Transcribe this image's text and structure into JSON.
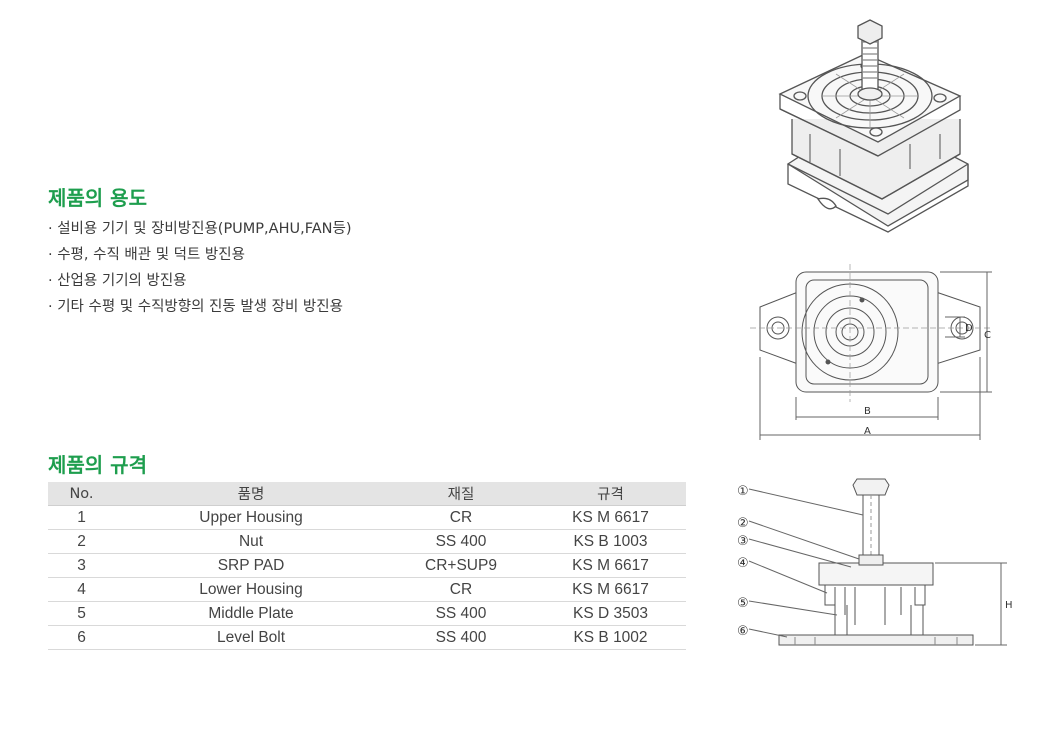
{
  "usage": {
    "heading": "제품의 용도",
    "items": [
      "설비용 기기 및 장비방진용(PUMP,AHU,FAN등)",
      "수평, 수직 배관 및 덕트 방진용",
      "산업용 기기의 방진용",
      "기타 수평 및 수직방향의 진동 발생 장비 방진용"
    ]
  },
  "spec": {
    "heading": "제품의 규격",
    "columns": [
      "No.",
      "품명",
      "재질",
      "규격"
    ],
    "rows": [
      [
        "1",
        "Upper Housing",
        "CR",
        "KS M 6617"
      ],
      [
        "2",
        "Nut",
        "SS 400",
        "KS B 1003"
      ],
      [
        "3",
        "SRP PAD",
        "CR+SUP9",
        "KS M 6617"
      ],
      [
        "4",
        "Lower Housing",
        "CR",
        "KS M 6617"
      ],
      [
        "5",
        "Middle Plate",
        "SS 400",
        "KS D 3503"
      ],
      [
        "6",
        "Level Bolt",
        "SS 400",
        "KS B 1002"
      ]
    ]
  },
  "top_view_drawing": {
    "dimension_labels": [
      "A",
      "B",
      "C",
      "D"
    ]
  },
  "section_drawing": {
    "callouts": [
      "①",
      "②",
      "③",
      "④",
      "⑤",
      "⑥"
    ],
    "height_label": "H"
  },
  "colors": {
    "accent": "#1e9e4e",
    "table_header_bg": "#e4e4e4"
  }
}
